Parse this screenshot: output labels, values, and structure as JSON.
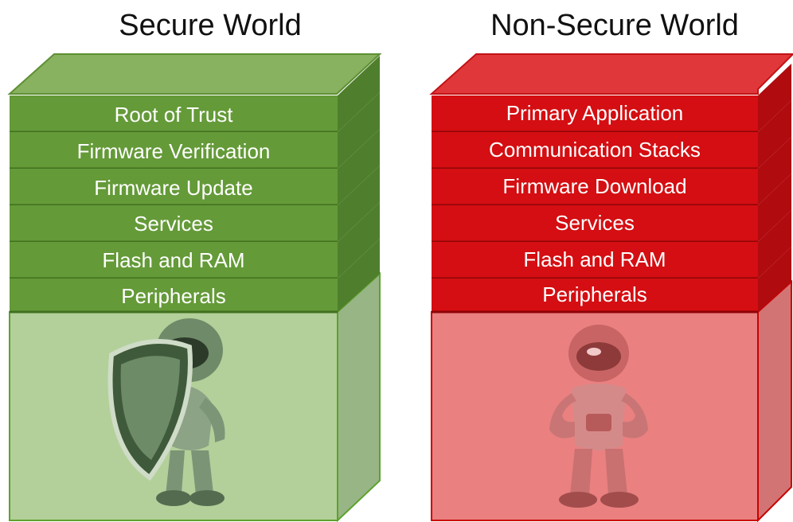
{
  "secure": {
    "title": "Secure World",
    "colors": {
      "front": "#649a38",
      "side": "#4f7f2c",
      "top": "#88b160",
      "edge": "#42701f",
      "body_front": "#b3d09a",
      "body_side": "#98b586",
      "outline": "#5da22c"
    },
    "layers": [
      "Root of Trust",
      "Firmware Verification",
      "Firmware Update",
      "Services",
      "Flash and RAM",
      "Peripherals"
    ],
    "figure": "robot-with-shield-icon"
  },
  "nonsecure": {
    "title": "Non-Secure World",
    "colors": {
      "front": "#d40e12",
      "side": "#b00b0f",
      "top": "#e0383a",
      "edge": "#8e0508",
      "body_front": "#ea8080",
      "body_side": "#d27474",
      "outline": "#cc0000"
    },
    "layers": [
      "Primary Application",
      "Communication Stacks",
      "Firmware Download",
      "Services",
      "Flash and RAM",
      "Peripherals"
    ],
    "figure": "robot-standing-icon"
  }
}
